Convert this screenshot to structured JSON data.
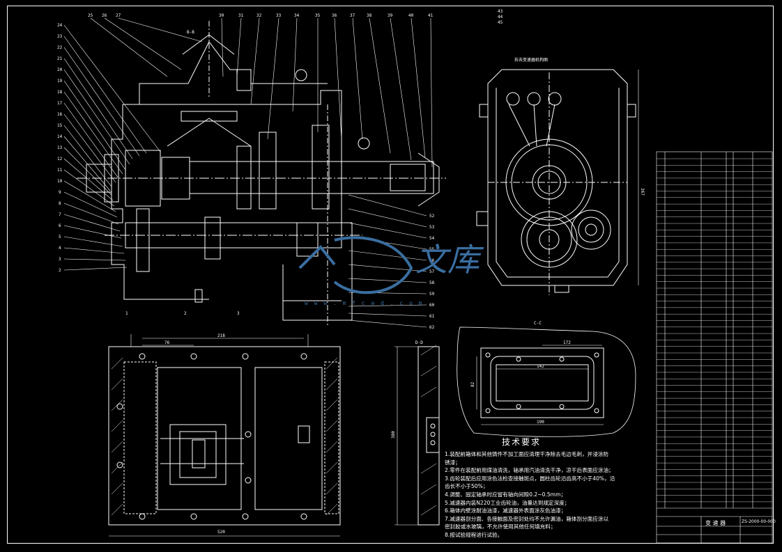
{
  "tech_requirements": {
    "title": "技术要求",
    "items": [
      "1.装配前箱体和其他铸件不加工面应清理干净除去毛边毛刺，并浸涂防",
      "锈漆；",
      "2.零件在装配前用煤油清洗，轴承用汽油清洗干净，凉干后表面应涂油；",
      "3.齿轮装配后应用涂色法检查接触斑点，圆柱齿轮沿齿高不小于40%，沿",
      "齿长不小于50%；",
      "4.调整、固定轴承时应留有轴向间隙0.2~0.5mm；",
      "5.减速器内装N220工业齿轮油，油量达到规定深度；",
      "6.箱体内壁涂耐油油漆，减速器外表面涂灰色油漆；",
      "7.减速器剖分面、各接触面及密封处均不允许漏油，箱体剖分面应涂以",
      "密封胶或水玻璃，不允许使用其他任何填充料；",
      "8.按试验规程进行试验。"
    ]
  },
  "section_labels": {
    "top_left": "B-B",
    "right_view": "拆去变速器机构图",
    "detail_c": "C-C",
    "detail_d": "D-D"
  },
  "dimensions": {
    "right_height": "367",
    "plate_bottom": "520",
    "plate_top": "218",
    "plate_sub": "76",
    "plate_height": "380",
    "cover_width": "190",
    "cover_inner": "142",
    "cover_offset": "172",
    "cover_side": "82"
  },
  "title_block": {
    "name": "变 速 器",
    "drawing_no": "ZS-2000-00-000"
  },
  "watermark": {
    "cn": "文库",
    "url": "w w w . m f c a d . c o m"
  },
  "colors": {
    "background": "#000000",
    "lines": "#ffffff",
    "watermark": "#3a6ea0"
  }
}
